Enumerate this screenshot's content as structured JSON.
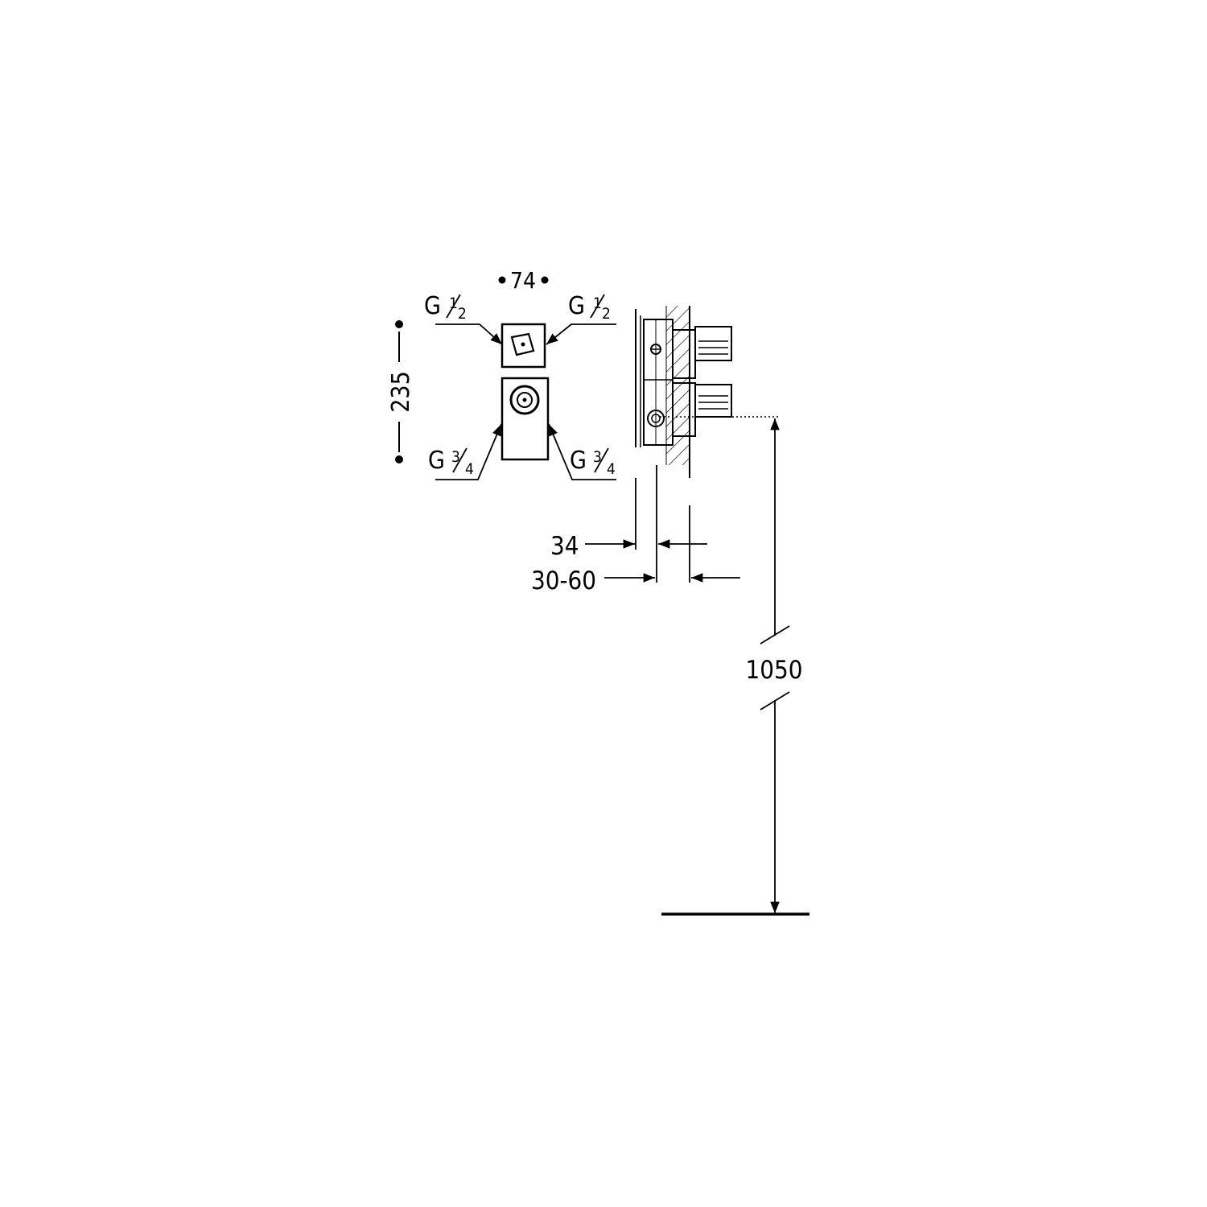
{
  "colors": {
    "ink": "#000000",
    "paper": "#ffffff"
  },
  "dimensions": {
    "width": "74",
    "height": "235",
    "mount_offset": "34",
    "wall_range": "30-60",
    "floor_height": "1050"
  },
  "connections": {
    "top_left": {
      "main": "G",
      "num": "1",
      "den": "2"
    },
    "top_right": {
      "main": "G",
      "num": "1",
      "den": "2"
    },
    "bottom_left": {
      "main": "G",
      "num": "3",
      "den": "4"
    },
    "bottom_right": {
      "main": "G",
      "num": "3",
      "den": "4"
    }
  }
}
